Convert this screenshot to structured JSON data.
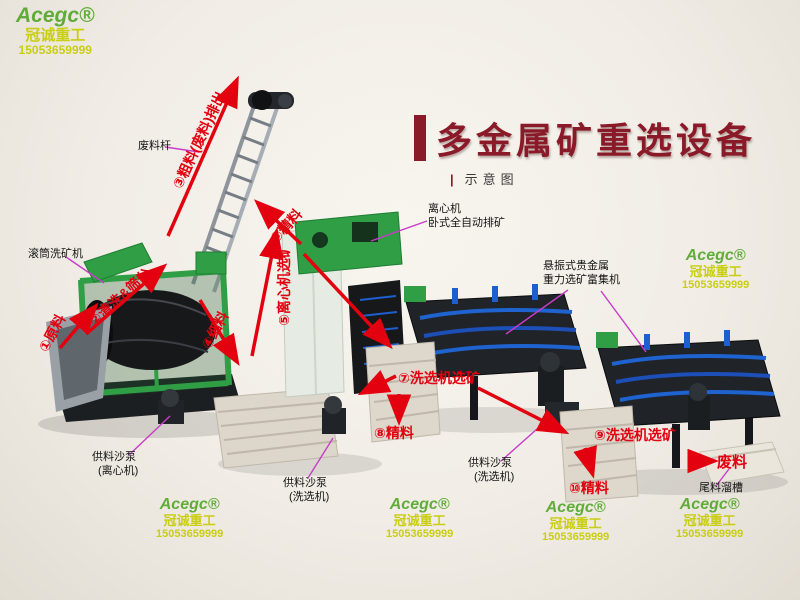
{
  "title": {
    "main": "多金属矿重选设备",
    "divider": "|",
    "subtitle": "示意图"
  },
  "watermark": {
    "brand": "Acegc®",
    "company": "冠诚重工",
    "phone": "15053659999"
  },
  "machine_labels": {
    "waste_rod": "废料杆",
    "drum_washer": "滚筒洗矿机",
    "centrifuge_line1": "离心机",
    "centrifuge_line2": "卧式全自动排矿",
    "shaker_line1": "悬振式贵金属",
    "shaker_line2": "重力选矿富集机",
    "pump_centrifuge_line1": "供料沙泵",
    "pump_centrifuge_line2": "(离心机)",
    "pump_washer1_line1": "供料沙泵",
    "pump_washer1_line2": "(洗选机)",
    "pump_washer2_line1": "供料沙泵",
    "pump_washer2_line2": "(洗选机)",
    "tailings_chute": "尾料溜槽"
  },
  "flow_labels": {
    "step1": "①原料",
    "step2": "②清洗&筛分",
    "step3": "③粗料(废料)排出",
    "step4": "④细料",
    "step5": "⑤离心机选矿",
    "step6": "⑥精料",
    "step7": "⑦洗选机选矿",
    "step8": "⑧精料",
    "step9": "⑨洗选机选矿",
    "step10": "⑩精料",
    "waste_out": "废料"
  },
  "colors": {
    "title": "#8a1a28",
    "flow_arrow": "#e3000f",
    "leader_line": "#c83cc8",
    "machine_green": "#2f9e44",
    "watermark_brand": "#56a82b",
    "watermark_text": "#c6cc00"
  }
}
